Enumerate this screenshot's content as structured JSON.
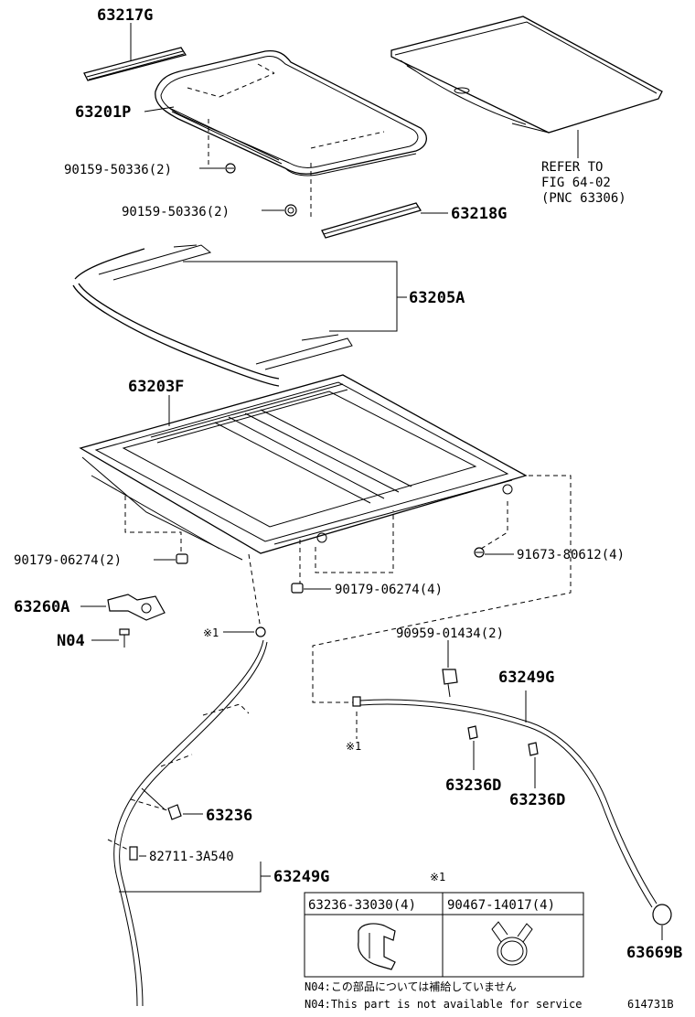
{
  "labels": {
    "p63217G": "63217G",
    "p63201P": "63201P",
    "bolt_upper_a": "90159-50336(2)",
    "bolt_upper_b": "90159-50336(2)",
    "p63218G": "63218G",
    "refer1": "REFER TO",
    "refer2": "FIG 64-02",
    "refer3": "(PNC 63306)",
    "p63205A": "63205A",
    "p63203F": "63203F",
    "bolt_left": "90179-06274(2)",
    "bolt_mid": "90179-06274(4)",
    "bolt_right": "91673-80612(4)",
    "p63260A": "63260A",
    "pN04": "N04",
    "mark_left": "※1",
    "clip_top": "90959-01434(2)",
    "p63249G_right": "63249G",
    "mark_mid": "※1",
    "p63236D_a": "63236D",
    "p63236D_b": "63236D",
    "p63236": "63236",
    "p82711": "82711-3A540",
    "p63249G_left": "63249G",
    "p63669B": "63669B",
    "table_mark": "※1"
  },
  "table": {
    "col1": "63236-33030(4)",
    "col2": "90467-14017(4)"
  },
  "notes": {
    "note_jp": "N04:この部品については補給していません",
    "note_en": "N04:This part is not available for service",
    "fig_id": "614731B"
  }
}
